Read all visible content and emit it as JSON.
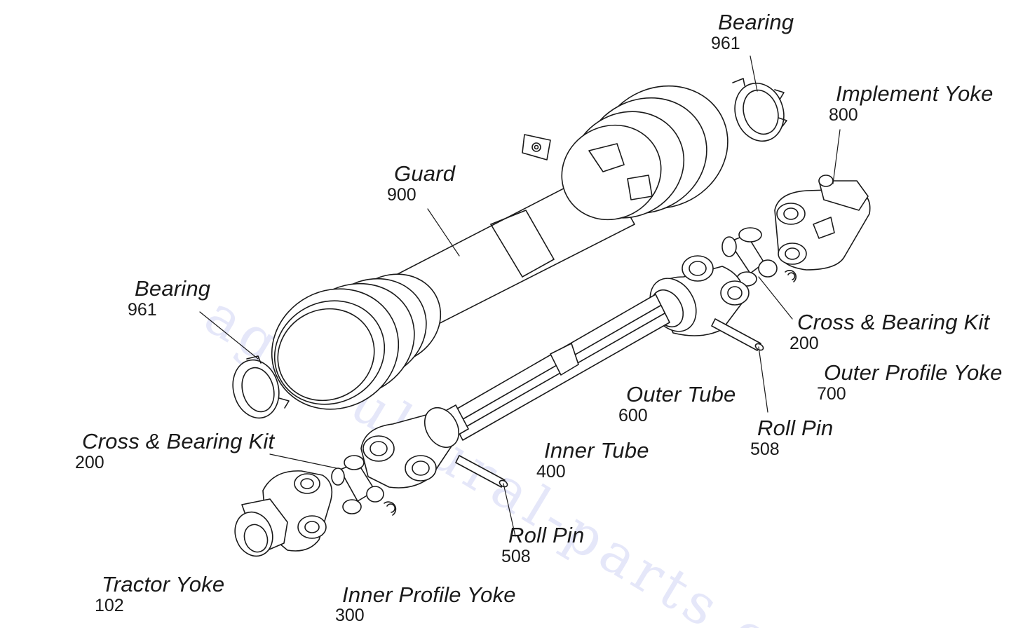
{
  "watermark": "agricultural-parts.com",
  "colors": {
    "ink": "#1a1a1a",
    "fill": "#ffffff",
    "watermark": "#a0aaeb"
  },
  "labels": {
    "bearing_top": {
      "name": "Bearing",
      "number": "961"
    },
    "implement_yoke": {
      "name": "Implement Yoke",
      "number": "800"
    },
    "guard": {
      "name": "Guard",
      "number": "900"
    },
    "bearing_left": {
      "name": "Bearing",
      "number": "961"
    },
    "cross_bearing_right": {
      "name": "Cross & Bearing Kit",
      "number": "200"
    },
    "outer_profile_yoke": {
      "name": "Outer Profile Yoke",
      "number": "700"
    },
    "outer_tube": {
      "name": "Outer Tube",
      "number": "600"
    },
    "roll_pin_right": {
      "name": "Roll Pin",
      "number": "508"
    },
    "cross_bearing_left": {
      "name": "Cross & Bearing Kit",
      "number": "200"
    },
    "inner_tube": {
      "name": "Inner Tube",
      "number": "400"
    },
    "roll_pin_left": {
      "name": "Roll Pin",
      "number": "508"
    },
    "tractor_yoke": {
      "name": "Tractor Yoke",
      "number": "102"
    },
    "inner_profile_yoke": {
      "name": "Inner Profile Yoke",
      "number": "300"
    }
  }
}
